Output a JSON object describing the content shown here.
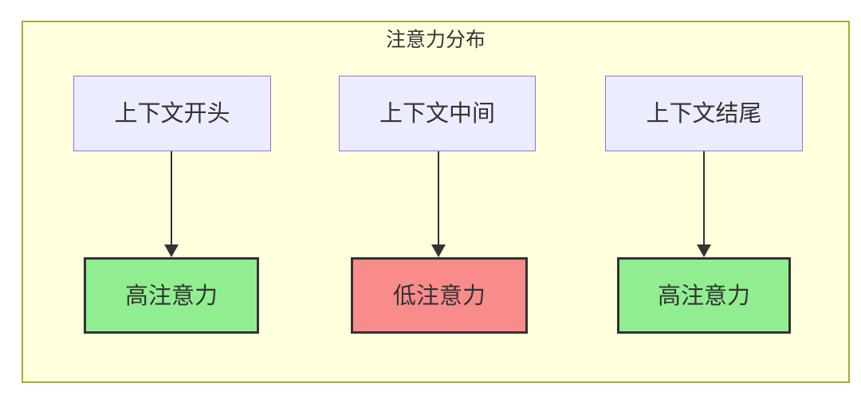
{
  "diagram": {
    "type": "flowchart",
    "title": "注意力分布",
    "columns": [
      {
        "source": "上下文开头",
        "target": "高注意力",
        "attention": "high"
      },
      {
        "source": "上下文中间",
        "target": "低注意力",
        "attention": "low"
      },
      {
        "source": "上下文结尾",
        "target": "高注意力",
        "attention": "high"
      }
    ],
    "colors": {
      "container_fill": "#FFFFDE",
      "container_border": "#AAAA33",
      "source_fill": "#ECECFF",
      "source_border": "#9370DB",
      "high_attention_fill": "#90EE90",
      "low_attention_fill": "#F98B8B",
      "target_border": "#333333",
      "arrow": "#333333",
      "text": "#333333"
    }
  }
}
